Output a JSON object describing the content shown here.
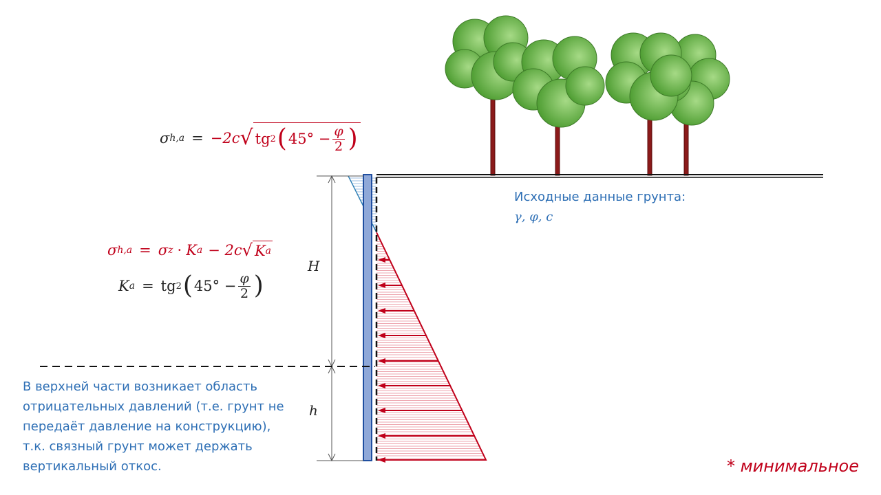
{
  "formula_top": {
    "lhs": "σ",
    "lhs_sub": "h,a",
    "eq": "=",
    "coef": "−2c",
    "tg": "tg",
    "sq": "2",
    "angle": "45° −",
    "phi": "φ",
    "two": "2"
  },
  "formula_main": {
    "lhs": "σ",
    "lhs_sub": "h,a",
    "eq": "=",
    "sz": "σ",
    "sz_sub": "z",
    "dot": "·",
    "K": "K",
    "K_sub": "a",
    "minus": "− 2c",
    "K2": "K",
    "K2_sub": "a"
  },
  "formula_ka": {
    "K": "K",
    "K_sub": "a",
    "eq": "=",
    "tg": "tg",
    "sq": "2",
    "angle": "45° −",
    "phi": "φ",
    "two": "2"
  },
  "dimension_labels": {
    "H": "H",
    "h": "h"
  },
  "soil_data": {
    "title": "Исходные данные грунта:",
    "params": "γ, φ, c"
  },
  "explanation": [
    "В верхней части возникает область",
    "отрицательных давлений (т.е. грунт не",
    "передаёт давление на конструкцию),",
    "т.к. связный грунт может держать",
    "вертикальный откос."
  ],
  "footnote": "* минимальное",
  "colors": {
    "red": "#c0001a",
    "blue": "#2e6fb5",
    "wall": "#8fa8d8",
    "tree_green": "#6cbf4a",
    "trunk": "#8b1a1a"
  }
}
